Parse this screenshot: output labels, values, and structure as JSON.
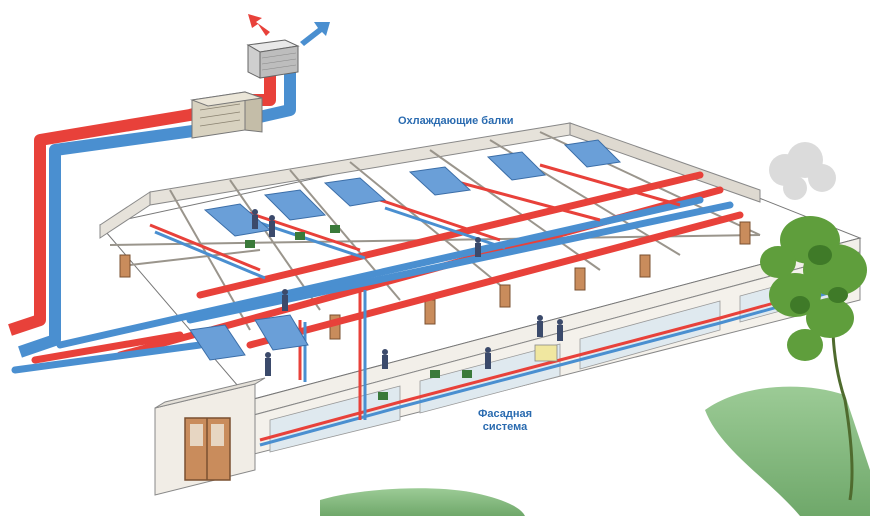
{
  "labels": {
    "cooling_beams": "Охлаждающие балки",
    "facade_line1": "Фасадная",
    "facade_line2": "система"
  },
  "colors": {
    "supply_red": "#e8413a",
    "return_blue": "#4a8fd0",
    "beam_blue": "#6a9fd8",
    "label_blue": "#2a6bb0",
    "wall": "#f2efe9",
    "floor": "#ffffff",
    "lawn": "#8fbf8a",
    "tree": "#5f9e3c",
    "door": "#c98c5c"
  },
  "icons": {
    "roof_unit": "rooftop-ventilation-unit",
    "ahu": "air-handling-unit",
    "supply_arrow": "supply-air-arrow",
    "intake_arrow": "intake-air-arrow",
    "tree": "tree",
    "people": "office-workers"
  }
}
